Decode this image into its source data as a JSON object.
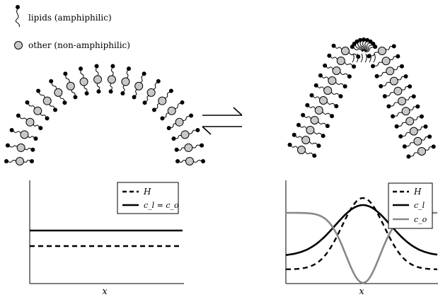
{
  "legend_top": {
    "lipids_label": "lipids (amphiphilic)",
    "other_label": "other (non-amphiphilic)"
  },
  "equilibrium_symbol": "⇌",
  "left_plot": {
    "legend": [
      {
        "label": "H",
        "style": "dashed"
      },
      {
        "label": "c_l = c_o",
        "style": "solid"
      }
    ],
    "xlabel": "x",
    "lines": {
      "H_level": 0.55,
      "c_level": 0.72
    }
  },
  "right_plot": {
    "legend": [
      {
        "label": "H",
        "style": "dashed",
        "color": "#000000"
      },
      {
        "label": "c_l",
        "style": "solid",
        "color": "#000000"
      },
      {
        "label": "c_o",
        "style": "solid",
        "color": "#888888"
      }
    ],
    "xlabel": "x"
  },
  "colors": {
    "bead_fill": "#c8c8c8",
    "line_black": "#000000",
    "line_gray": "#888888"
  }
}
